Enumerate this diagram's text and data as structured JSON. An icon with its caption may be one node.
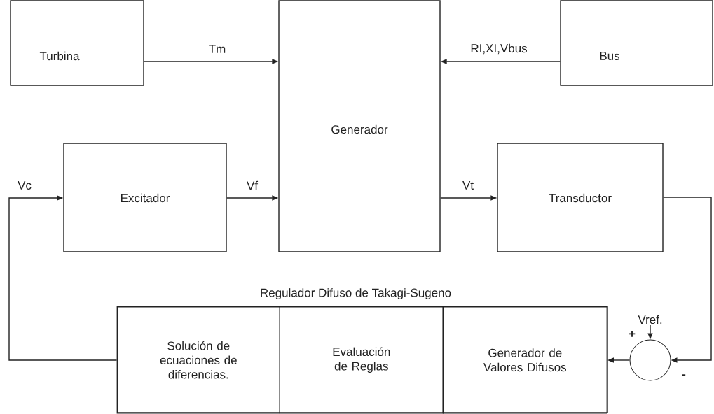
{
  "diagram": {
    "nodes": [
      {
        "text": [
          "Turbina"
        ]
      },
      {
        "text": [
          "Generador"
        ]
      },
      {
        "text": [
          "Bus"
        ]
      },
      {
        "text": [
          "Excitador"
        ]
      },
      {
        "text": [
          "Transductor"
        ]
      },
      {
        "text": [
          "Regulador Difuso  de Takagi-Sugeno"
        ]
      },
      {
        "text": [
          "Solución de ecuaciones de diferencias."
        ],
        "in": 5
      },
      {
        "text": [
          "Evaluación de Reglas"
        ],
        "in": 5
      },
      {
        "text": [
          "Generador de Valores Difusos"
        ],
        "in": 5
      },
      {
        "text": [],
        "shape": "circle"
      },
      {
        "text": [
          "Vref."
        ]
      }
    ],
    "edges": [
      {
        "from": 0,
        "to": 1,
        "arrow": "to",
        "label": "Tm"
      },
      {
        "from": 2,
        "to": 1,
        "arrow": "to",
        "label": "RI,XI,Vbus"
      },
      {
        "from": 3,
        "to": 1,
        "arrow": "to",
        "label": "Vf"
      },
      {
        "from": 1,
        "to": 4,
        "arrow": "to",
        "label": "Vt"
      },
      {
        "from": 6,
        "to": 3,
        "arrow": "to",
        "label": "Vc"
      },
      {
        "from": 4,
        "to": 9,
        "arrow": "to"
      },
      {
        "from": 10,
        "to": 9,
        "arrow": "to"
      },
      {
        "from": 9,
        "to": 8,
        "arrow": "to"
      }
    ],
    "labels": [
      "+",
      "-"
    ]
  }
}
